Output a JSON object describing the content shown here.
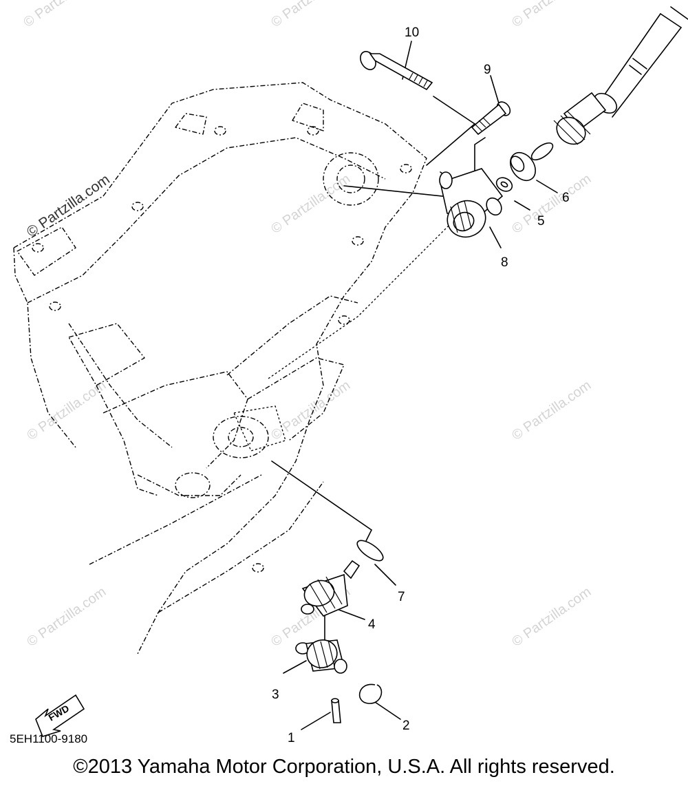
{
  "diagram": {
    "part_numbers": [
      "1",
      "2",
      "3",
      "4",
      "5",
      "6",
      "7",
      "8",
      "9",
      "10"
    ],
    "fwd_label": "FWD",
    "diagram_code": "5EH1100-9180",
    "watermark": "© Partzilla.com",
    "copyright": "©2013 Yamaha Motor Corporation, U.S.A. All rights reserved."
  }
}
